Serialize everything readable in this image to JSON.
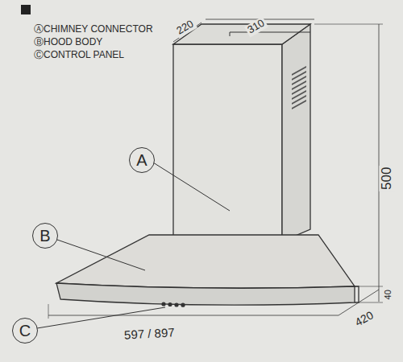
{
  "diagram": {
    "nodes": [
      {
        "text": [
          "A"
        ]
      },
      {
        "text": [
          "B"
        ]
      },
      {
        "text": [
          "C"
        ]
      }
    ],
    "labels": [
      "ⒶCHIMNEY CONNECTOR",
      "ⒷHOOD BODY",
      "ⒸCONTROL PANEL",
      "220",
      "310",
      "500",
      "40",
      "420",
      "597 / 897"
    ]
  }
}
